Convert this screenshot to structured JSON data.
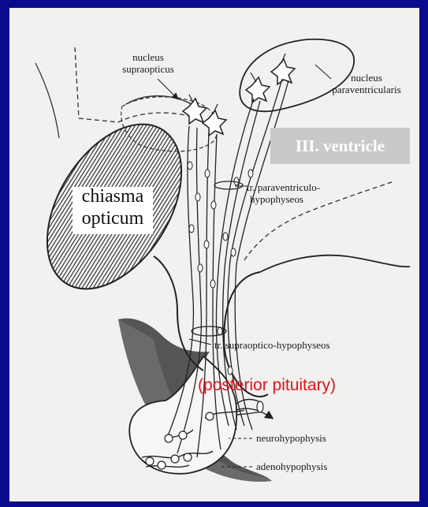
{
  "labels": {
    "nucleus_supraopticus": [
      "nucleus",
      "supraopticus"
    ],
    "nucleus_paraventricularis": [
      "nucleus",
      "paraventricularis"
    ],
    "iii_ventricle": "III. ventricle",
    "chiasma_opticum": [
      "chiasma",
      "opticum"
    ],
    "tr_paraventriculo": [
      "tr. paraventriculo-",
      "hypophyseos"
    ],
    "tr_supraoptico": "tr. supraoptico-hypophyseos",
    "posterior_pituitary": "(posterior pituitary)",
    "neurohypophysis": "neurohypophysis",
    "adenohypophysis": "adenohypophysis"
  },
  "colors": {
    "background": "#0a0a8c",
    "panel": "#f1f1ef",
    "highlight_text": "#e8121a",
    "ventricle_box": "#c9c9c9"
  }
}
